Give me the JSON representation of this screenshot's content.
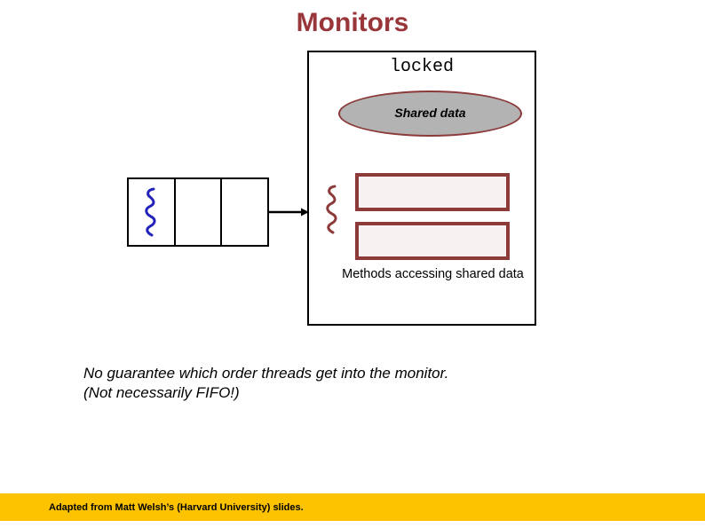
{
  "slide": {
    "title": "Monitors",
    "title_color": "#99363a"
  },
  "monitor": {
    "locked_label": "locked",
    "shared_data_label": "Shared data",
    "methods_caption": "Methods accessing shared data",
    "ellipse_fill": "#b3b3b3",
    "ellipse_border": "#8c3a3a",
    "method_box_border": "#8c3a3a",
    "method_box_fill": "#f7f2f2",
    "method_boxes": [
      {
        "name": "method-box-1",
        "text": ""
      },
      {
        "name": "method-box-2",
        "text": ""
      }
    ]
  },
  "queue": {
    "cells": [
      {
        "name": "queue-cell-1",
        "has_thread": true
      },
      {
        "name": "queue-cell-2",
        "has_thread": false
      },
      {
        "name": "queue-cell-3",
        "has_thread": false
      }
    ],
    "waiting_thread_color": "#2222bb",
    "entering_thread_color": "#8c3a3a"
  },
  "note": {
    "line1": "No guarantee which order threads get into the monitor.",
    "line2": "(Not necessarily FIFO!)"
  },
  "footer": {
    "credit": "Adapted from Matt Welsh’s (Harvard University) slides.",
    "bar_color": "#fdc300"
  }
}
